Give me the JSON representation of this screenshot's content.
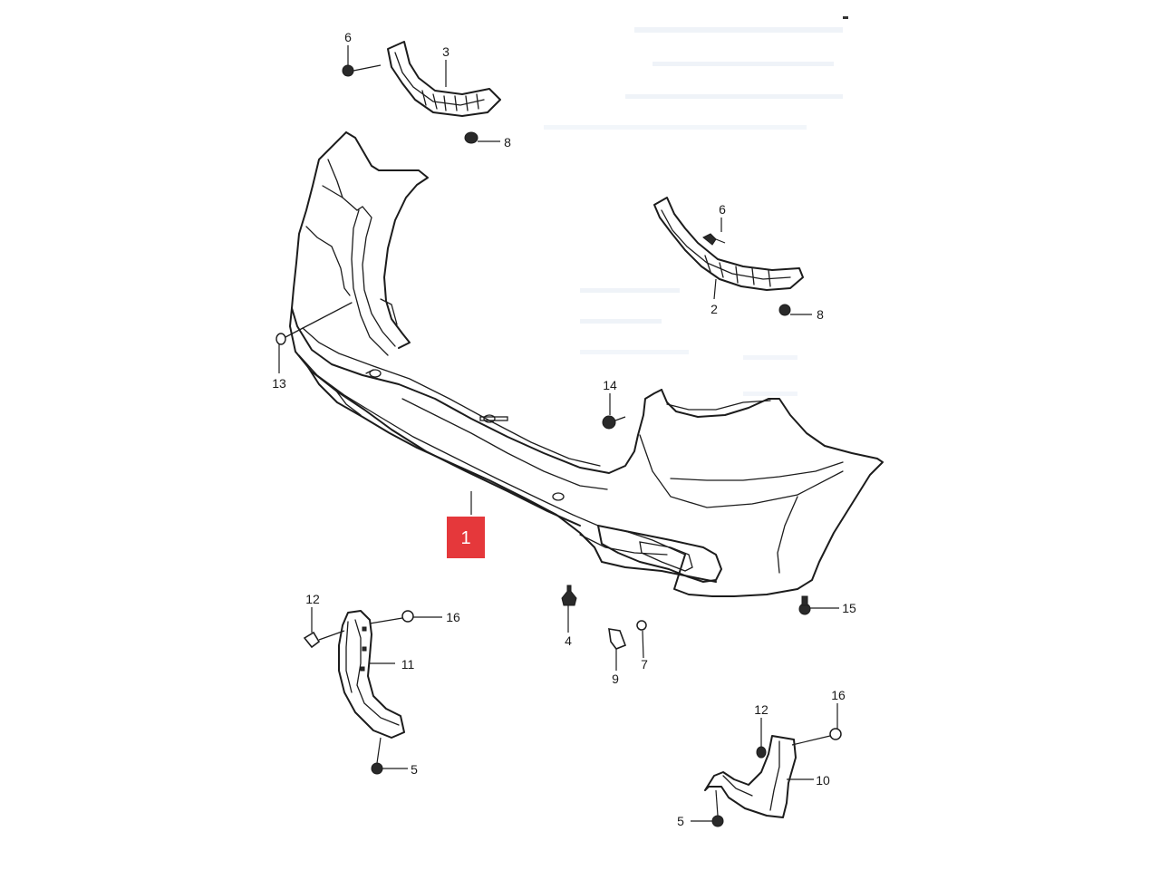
{
  "diagram": {
    "highlighted_callout": "1",
    "highlight_color": "#e5383b",
    "callouts": [
      {
        "id": "c6a",
        "text": "6"
      },
      {
        "id": "c3",
        "text": "3"
      },
      {
        "id": "c8a",
        "text": "8"
      },
      {
        "id": "c6b",
        "text": "6"
      },
      {
        "id": "c2",
        "text": "2"
      },
      {
        "id": "c8b",
        "text": "8"
      },
      {
        "id": "c13",
        "text": "13"
      },
      {
        "id": "c14",
        "text": "14"
      },
      {
        "id": "c15",
        "text": "15"
      },
      {
        "id": "c4",
        "text": "4"
      },
      {
        "id": "c9",
        "text": "9"
      },
      {
        "id": "c7",
        "text": "7"
      },
      {
        "id": "c12a",
        "text": "12"
      },
      {
        "id": "c16a",
        "text": "16"
      },
      {
        "id": "c11",
        "text": "11"
      },
      {
        "id": "c5a",
        "text": "5"
      },
      {
        "id": "c12b",
        "text": "12"
      },
      {
        "id": "c16b",
        "text": "16"
      },
      {
        "id": "c10",
        "text": "10"
      },
      {
        "id": "c5b",
        "text": "5"
      }
    ]
  }
}
